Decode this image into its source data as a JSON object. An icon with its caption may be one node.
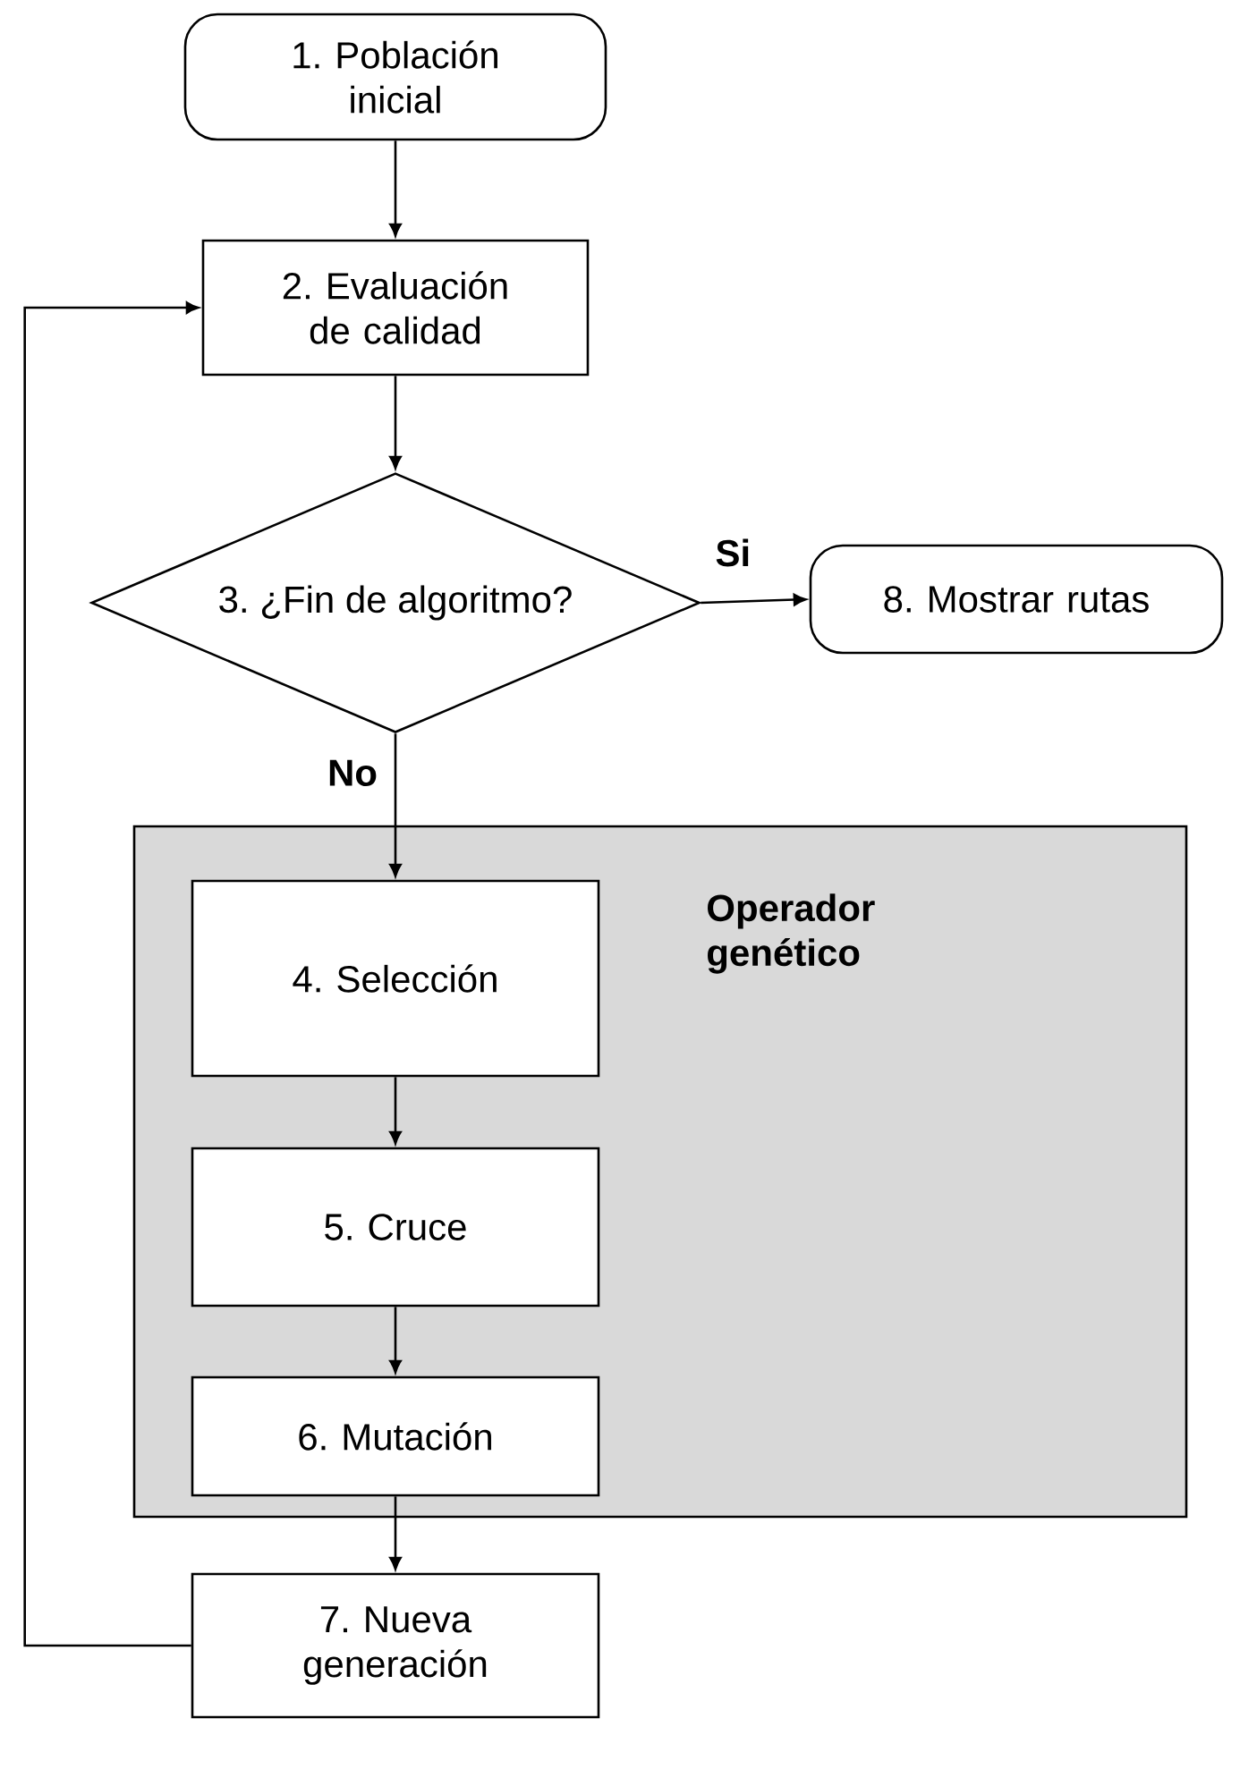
{
  "diagram": {
    "nodes": [
      {
        "text": [
          "1. Población inicial"
        ]
      },
      {
        "text": [
          "2. Evaluación de calidad"
        ]
      },
      {
        "text": [
          "3. ¿Fin de algoritmo?"
        ]
      },
      {
        "text": [
          "8. Mostrar rutas"
        ]
      },
      {
        "text": [
          "Operador genético"
        ]
      },
      {
        "text": [
          "4. Selección"
        ],
        "in": 4
      },
      {
        "text": [
          "5. Cruce"
        ],
        "in": 4
      },
      {
        "text": [
          "6. Mutación"
        ],
        "in": 4
      },
      {
        "text": [
          "7. Nueva generación"
        ]
      }
    ],
    "edges": [
      {
        "from": 0,
        "to": 1,
        "arrow": "to"
      },
      {
        "from": 1,
        "to": 2,
        "arrow": "to"
      },
      {
        "from": 2,
        "to": 3,
        "arrow": "to",
        "label": "Si"
      },
      {
        "from": 2,
        "to": 5,
        "arrow": "to",
        "label": "No"
      },
      {
        "from": 5,
        "to": 6,
        "arrow": "to"
      },
      {
        "from": 6,
        "to": 7,
        "arrow": "to"
      },
      {
        "from": 7,
        "to": 8,
        "arrow": "to"
      },
      {
        "from": 8,
        "to": 1,
        "arrow": "to"
      }
    ]
  }
}
